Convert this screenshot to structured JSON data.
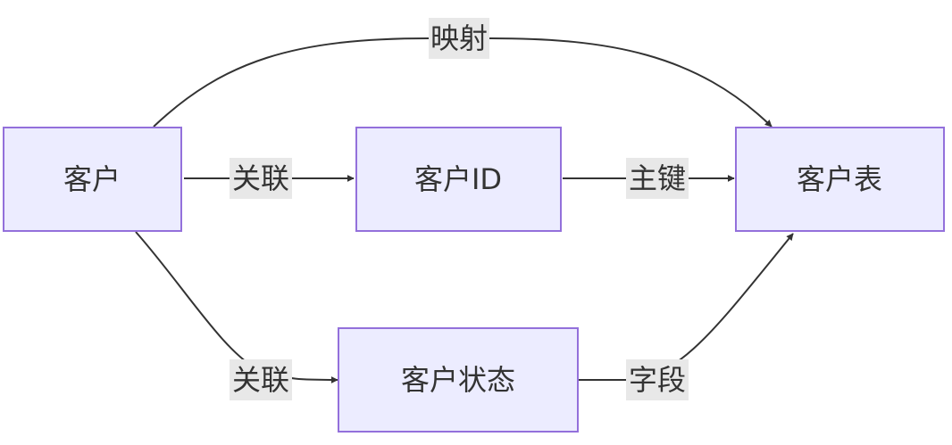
{
  "nodes": {
    "customer": "客户",
    "customer_id": "客户ID",
    "customer_table": "客户表",
    "customer_status": "客户状态"
  },
  "edges": {
    "map": "映射",
    "assoc_id": "关联",
    "pk": "主键",
    "assoc_status": "关联",
    "field": "字段"
  },
  "colors": {
    "node_fill": "#ececff",
    "node_stroke": "#9370db",
    "edge": "#333333",
    "label_bg": "#e8e8e8",
    "text": "#333333"
  }
}
